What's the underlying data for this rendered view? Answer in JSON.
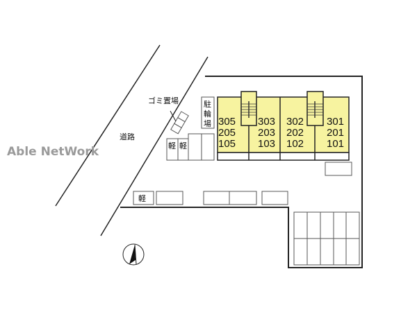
{
  "watermark": "Able NetWork",
  "road_label": "道路",
  "garbage_label": "ゴミ置場",
  "bicycle_parking": [
    "駐",
    "輪",
    "場"
  ],
  "kei_label": "軽",
  "units": [
    {
      "floors": [
        "305",
        "205",
        "105"
      ]
    },
    {
      "floors": [
        "303",
        "203",
        "103"
      ]
    },
    {
      "floors": [
        "302",
        "202",
        "102"
      ]
    },
    {
      "floors": [
        "301",
        "201",
        "101"
      ]
    }
  ],
  "colors": {
    "building": "#f7f3a0",
    "watermark": "#9a9a9a"
  }
}
